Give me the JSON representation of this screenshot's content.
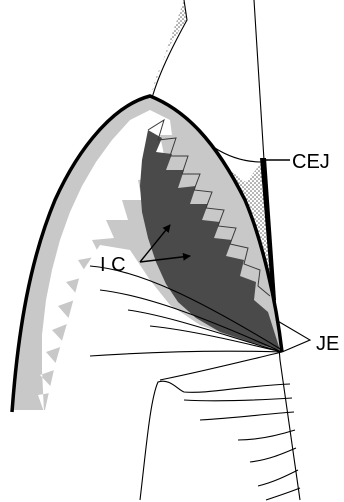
{
  "labels": {
    "cej": "CEJ",
    "ic": "I C",
    "je": "JE"
  },
  "colors": {
    "background": "#ffffff",
    "outline": "#000000",
    "epithelium_gray": "#c8c8c8",
    "dark_region": "#4a4a4a",
    "enamel_stipple": "#9a9a9a"
  },
  "icons": {
    "arrow": "arrowhead"
  }
}
